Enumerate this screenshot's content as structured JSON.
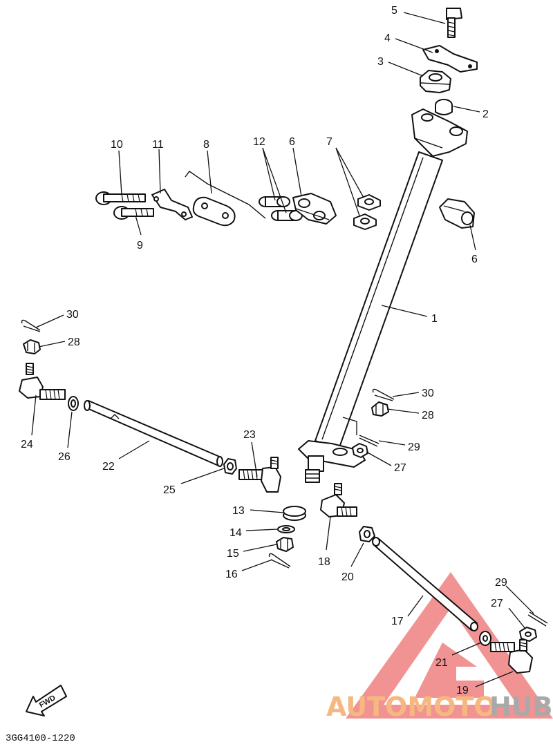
{
  "diagram_code": "3GG4100-1220",
  "fwd_label": "FWD",
  "watermark": {
    "part1": "AUTOMOTO",
    "part2": "HUB",
    "part1_color": "#f6b880",
    "part2_color": "#a9a9a9",
    "logo_color": "#f08080"
  },
  "callouts": {
    "c1": "1",
    "c2": "2",
    "c3": "3",
    "c4": "4",
    "c5": "5",
    "c6a": "6",
    "c6b": "6",
    "c7": "7",
    "c8": "8",
    "c9": "9",
    "c10": "10",
    "c11": "11",
    "c12": "12",
    "c13": "13",
    "c14": "14",
    "c15": "15",
    "c16": "16",
    "c17": "17",
    "c18": "18",
    "c19": "19",
    "c20": "20",
    "c21": "21",
    "c22": "22",
    "c23": "23",
    "c24": "24",
    "c25": "25",
    "c26": "26",
    "c27a": "27",
    "c27b": "27",
    "c28a": "28",
    "c28b": "28",
    "c29a": "29",
    "c29b": "29",
    "c30a": "30",
    "c30b": "30"
  }
}
